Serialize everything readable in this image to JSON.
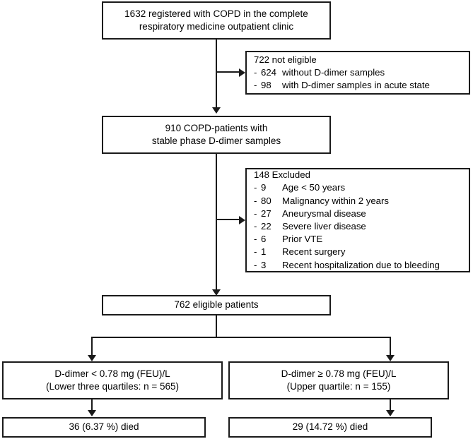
{
  "figure": {
    "type": "flowchart",
    "title": "COPD D-dimer study participant flow diagram",
    "line_color": "#1a1a1a",
    "background": "#ffffff"
  },
  "nodes": {
    "registered": {
      "line1": "1632 registered with COPD in the complete",
      "line2": "respiratory medicine outpatient clinic"
    },
    "not_eligible": {
      "title": "722 not eligible",
      "items": [
        {
          "dash": "-",
          "count": "624",
          "label": "without D-dimer samples"
        },
        {
          "dash": "-",
          "count": "98",
          "label": "with D-dimer samples in acute state"
        }
      ]
    },
    "stable_phase": {
      "line1": "910 COPD-patients with",
      "line2": "stable phase D-dimer samples"
    },
    "excluded": {
      "title": "148 Excluded",
      "items": [
        {
          "dash": "-",
          "count": "9",
          "label": "Age < 50 years"
        },
        {
          "dash": "-",
          "count": "80",
          "label": "Malignancy within 2 years"
        },
        {
          "dash": "-",
          "count": "27",
          "label": "Aneurysmal disease"
        },
        {
          "dash": "-",
          "count": "22",
          "label": "Severe liver disease"
        },
        {
          "dash": "-",
          "count": "6",
          "label": "Prior VTE"
        },
        {
          "dash": "-",
          "count": "1",
          "label": "Recent surgery"
        },
        {
          "dash": "-",
          "count": "3",
          "label": "Recent hospitalization due to bleeding"
        }
      ]
    },
    "eligible": {
      "line1": "762 eligible patients"
    },
    "lower_group": {
      "line1": "D-dimer < 0.78 mg (FEU)/L",
      "line2": "(Lower three quartiles: n = 565)"
    },
    "upper_group": {
      "line1": "D-dimer ≥ 0.78 mg (FEU)/L",
      "line2": "(Upper quartile: n = 155)"
    },
    "lower_outcome": {
      "line1": "36 (6.37 %) died"
    },
    "upper_outcome": {
      "line1": "29 (14.72 %) died"
    }
  }
}
